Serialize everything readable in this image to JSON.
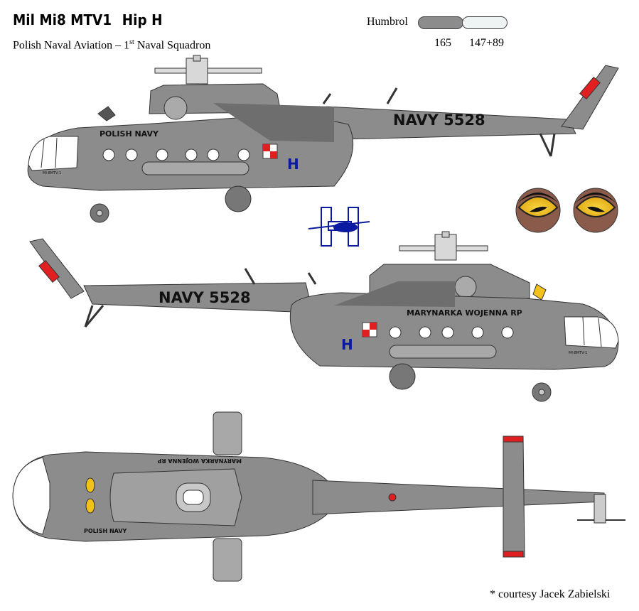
{
  "header": {
    "title_part1": "Mil Mi8 MTV1",
    "title_part2": "Hip H",
    "subtitle_main": "Polish Naval Aviation – 1",
    "subtitle_sup": "st",
    "subtitle_rest": " Naval Squadron"
  },
  "paint": {
    "label": "Humbrol",
    "swatches": [
      {
        "code": "165",
        "color": "#8c8c8c"
      },
      {
        "code": "147+89",
        "color": "#eef4f4"
      }
    ]
  },
  "markings": {
    "serial_side_1": "NAVY 5528",
    "serial_side_2": "NAVY 5528",
    "nose_text_left": "POLISH NAVY",
    "nose_text_right": "MARYNARKA WOJENNA RP",
    "top_text_1": "POLISH NAVY",
    "top_text_2": "MARYNARKA WOJENNA RP",
    "designation": "MI-8MTV-1"
  },
  "colors": {
    "fuselage": "#8c8c8c",
    "fuselage_dark": "#6e6e6e",
    "fuselage_light": "#a8a8a8",
    "window": "#ffffff",
    "insignia_red": "#e02020",
    "unit_blue": "#0a1aa0",
    "eye_yellow": "#f2c21a",
    "eye_brown": "#8a5a4a"
  },
  "credit": "* courtesy Jacek Zabielski"
}
